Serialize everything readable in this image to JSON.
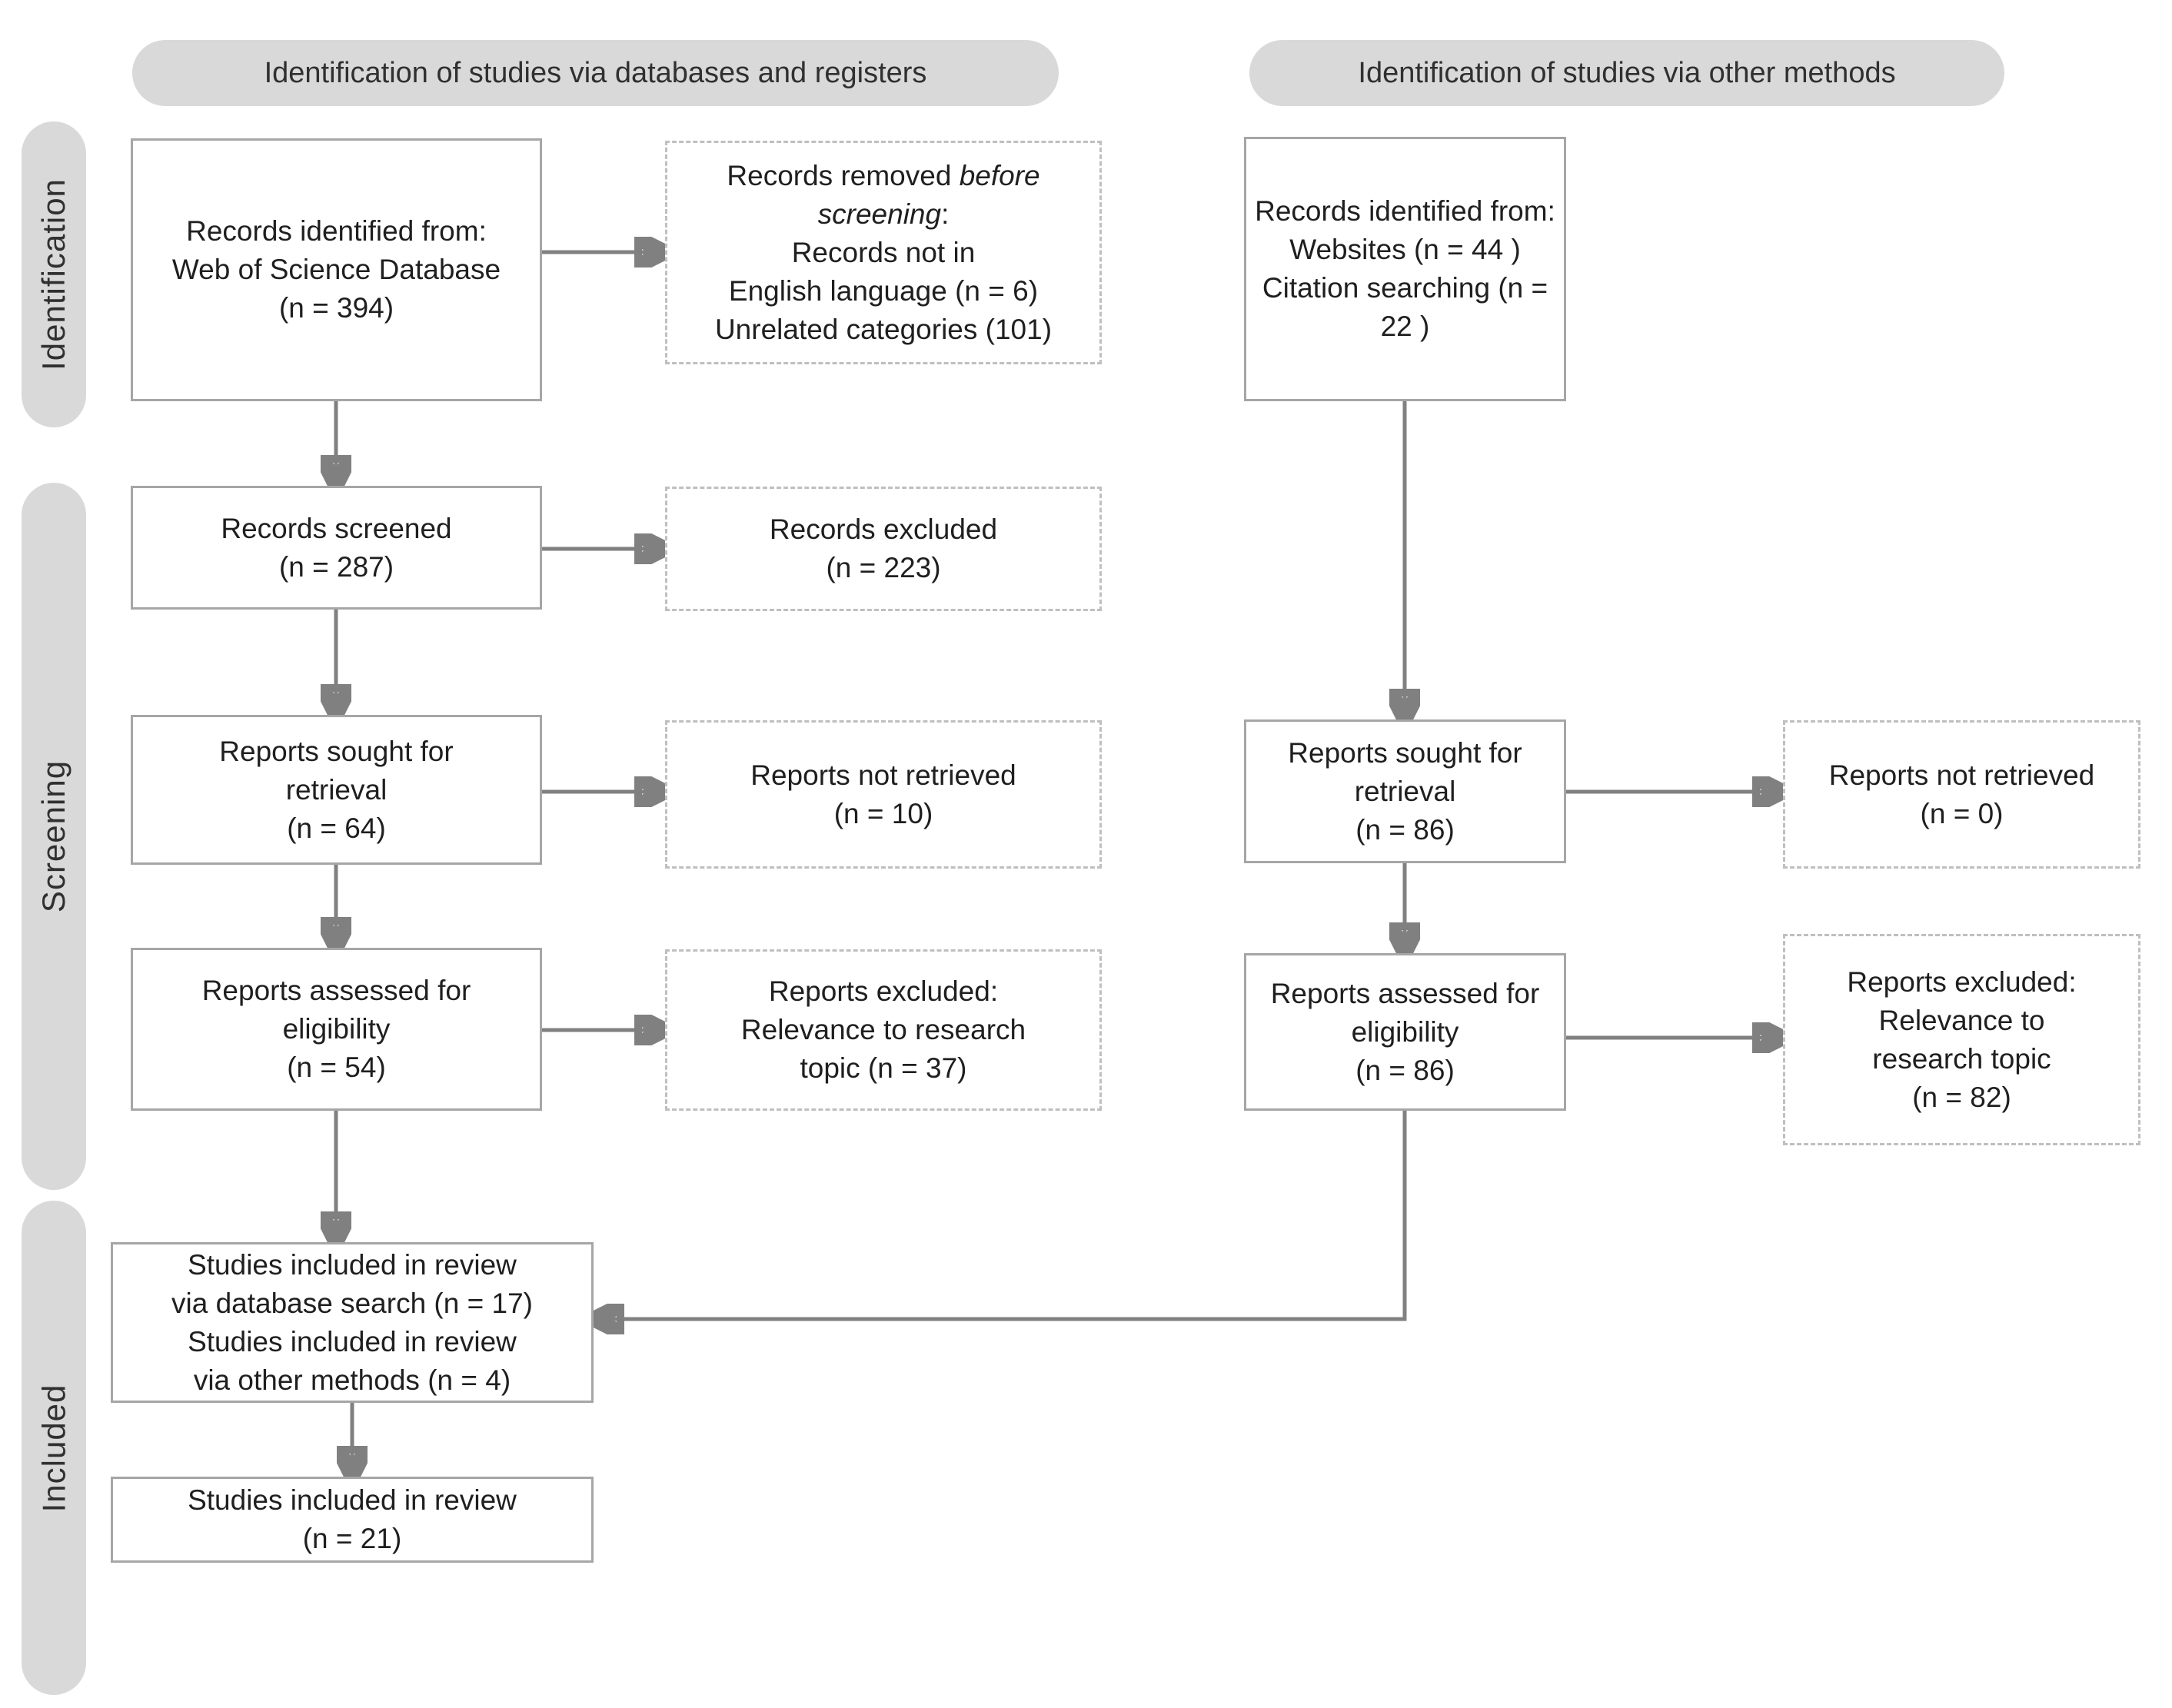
{
  "headers": {
    "databases": "Identification of studies via databases and registers",
    "other": "Identification of studies via other methods"
  },
  "stages": {
    "identification": "Identification",
    "screening": "Screening",
    "included": "Included"
  },
  "boxes": {
    "records_identified_db": {
      "lines": [
        "Records identified from:",
        "Web of Science Database",
        "(n = 394)"
      ]
    },
    "records_removed": {
      "pre": "Records removed ",
      "italic": "before screening",
      "suffix": ":",
      "lines": [
        "Records not in",
        "English  language (n = 6)",
        "Unrelated categories (101)"
      ]
    },
    "records_screened": {
      "lines": [
        "Records screened",
        "(n = 287)"
      ]
    },
    "records_excluded": {
      "lines": [
        "Records excluded",
        "(n = 223)"
      ]
    },
    "reports_sought_db": {
      "lines": [
        "Reports sought for",
        "retrieval",
        "(n = 64)"
      ]
    },
    "reports_not_retrieved_db": {
      "lines": [
        "Reports not retrieved",
        "(n = 10)"
      ]
    },
    "reports_assessed_db": {
      "lines": [
        "Reports assessed for",
        "eligibility",
        "(n = 54)"
      ]
    },
    "reports_excluded_db": {
      "lines": [
        "Reports excluded:",
        "Relevance to research",
        "topic (n = 37)"
      ]
    },
    "records_identified_other": {
      "lines": [
        "Records identified from:",
        "Websites (n = 44 )",
        "Citation searching (n = 22 )"
      ]
    },
    "reports_sought_other": {
      "lines": [
        "Reports sought for",
        "retrieval",
        "(n = 86)"
      ]
    },
    "reports_not_retrieved_other": {
      "lines": [
        "Reports not retrieved",
        "(n = 0)"
      ]
    },
    "reports_assessed_other": {
      "lines": [
        "Reports assessed for",
        "eligibility",
        "(n = 86)"
      ]
    },
    "reports_excluded_other": {
      "lines": [
        "Reports excluded:",
        "Relevance to",
        "research topic",
        "(n = 82)"
      ]
    },
    "studies_included_combined": {
      "lines": [
        "Studies included in review",
        "via database search (n = 17)",
        "Studies included in review",
        "via other methods (n = 4)"
      ]
    },
    "studies_included_total": {
      "lines": [
        "Studies included in review",
        "(n = 21)"
      ]
    }
  },
  "colors": {
    "pill_fill": "#d9d9d9",
    "solid_border": "#a6a6a6",
    "dashed_border": "#bfbfbf",
    "arrow": "#808080",
    "text": "#1f1f1f",
    "background": "#ffffff"
  }
}
